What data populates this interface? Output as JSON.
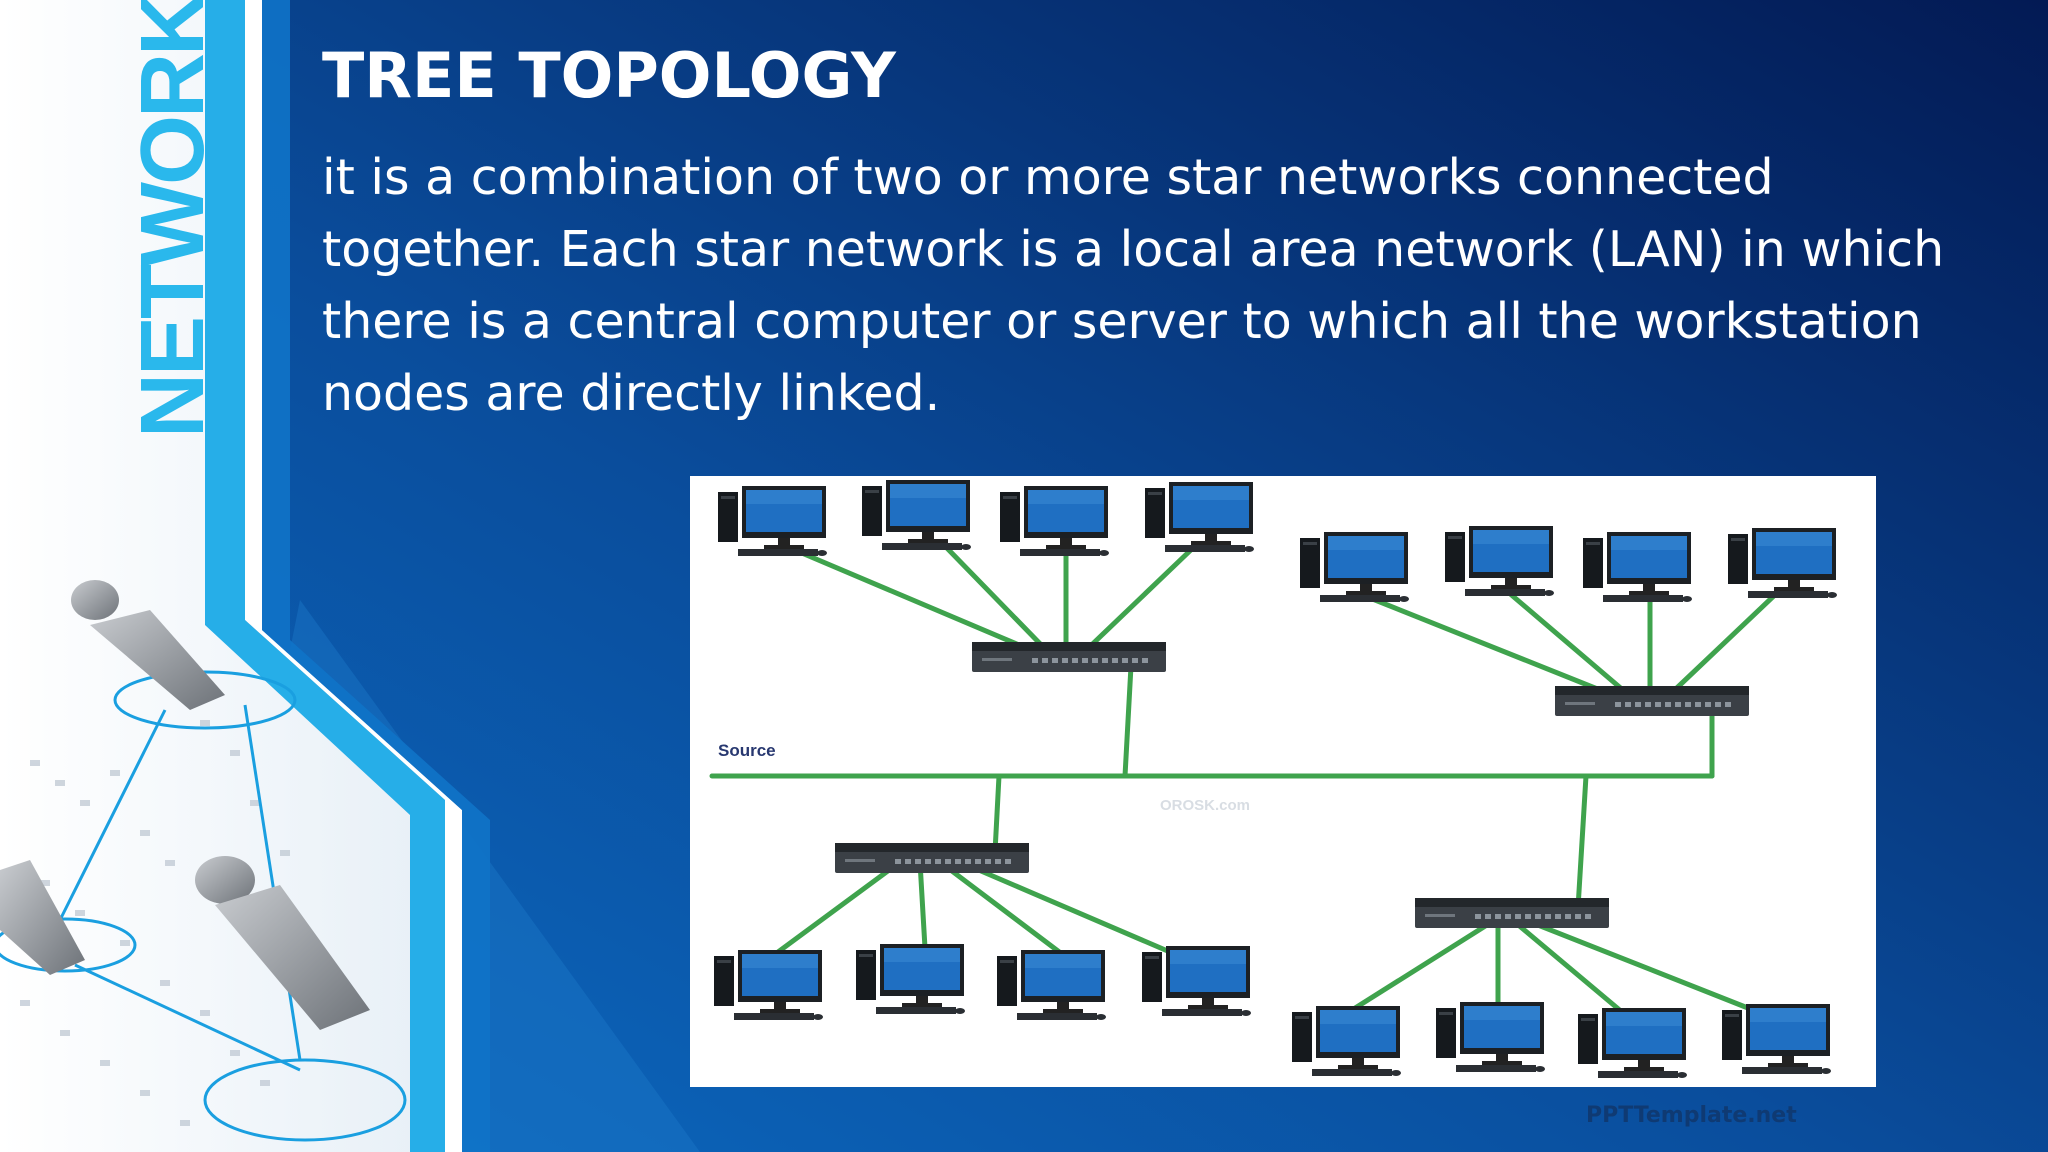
{
  "slide": {
    "side_word": "NETWORK",
    "title": "TREE TOPOLOGY",
    "body": "it is a combination of two or more star networks connected together. Each star network is a local area network (LAN) in which there is a central computer or server to which all the workstation nodes are directly linked.",
    "watermark": "PPTTemplate.net"
  },
  "diagram": {
    "source_label": "Source",
    "watermark": "OROSK.com",
    "colors": {
      "link": "#3fa34d",
      "monitor_screen": "#1f6fc2",
      "switch_body": "#3b4046",
      "frame": "#ffffff",
      "source_text": "#283870"
    }
  },
  "colors": {
    "background_dark": "#031a54",
    "background_mid": "#0a56a8",
    "accent_cyan": "#29b6ee",
    "title_text": "#ffffff"
  }
}
